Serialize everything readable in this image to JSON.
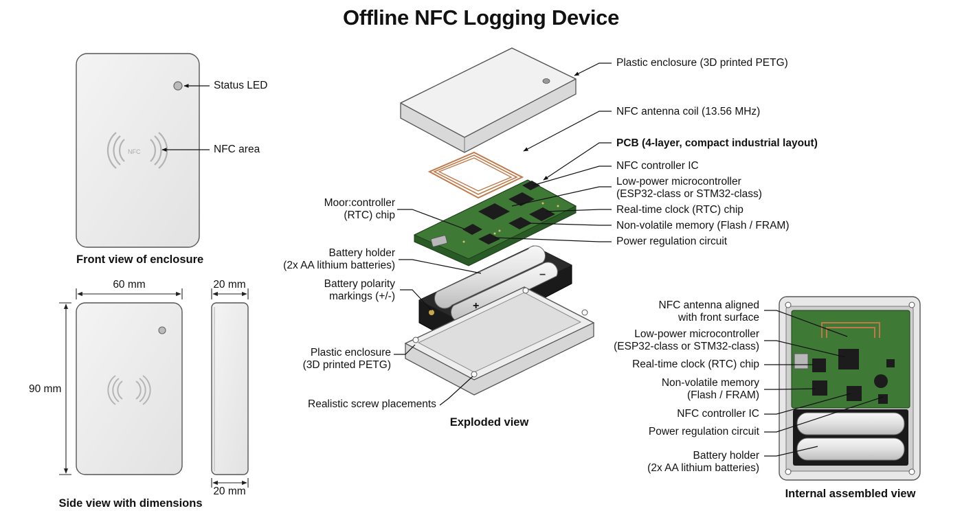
{
  "title": "Offline NFC Logging Device",
  "colors": {
    "enclosure": "#ececec",
    "pcb_green": "#3e7a35",
    "chip": "#1c1c1c",
    "copper": "#c07a4a",
    "holder": "#1a1a1a"
  },
  "front_view": {
    "caption": "Front view of enclosure",
    "status_led": "Status LED",
    "nfc_area": "NFC area",
    "nfc_logo": "NFC"
  },
  "side_view": {
    "caption": "Side view with dimensions",
    "width": "60 mm",
    "height": "90 mm",
    "depth_top": "20 mm",
    "depth_bottom": "20 mm"
  },
  "exploded_view": {
    "caption": "Exploded view",
    "top_enclosure": "Plastic enclosure (3D printed PETG)",
    "antenna_coil": "NFC antenna coil (13.56 MHz)",
    "pcb": "PCB (4-layer, compact industrial layout)",
    "nfc_ic": "NFC controller IC",
    "mcu_line1": "Low-power microcontroller",
    "mcu_line2": "(ESP32-class or STM32-class)",
    "rtc": "Real-time clock (RTC) chip",
    "memory": "Non-volatile memory (Flash / FRAM)",
    "power": "Power regulation circuit",
    "left_rtc_line1": "Moor:controller",
    "left_rtc_line2": "(RTC) chip",
    "battery_line1": "Battery holder",
    "battery_line2": "(2x AA lithium batteries)",
    "polarity_line1": "Battery polarity",
    "polarity_line2": "markings (+/-)",
    "bottom_enclosure_line1": "Plastic enclosure",
    "bottom_enclosure_line2": "(3D printed PETG)",
    "screws": "Realistic screw placements",
    "plus_sign": "+",
    "minus_sign": "−"
  },
  "internal_view": {
    "caption": "Internal assembled view",
    "antenna_line1": "NFC antenna aligned",
    "antenna_line2": "with front surface",
    "mcu_line1": "Low-power microcontroller",
    "mcu_line2": "(ESP32-class or STM32-class)",
    "rtc": "Real-time clock (RTC) chip",
    "memory_line1": "Non-volatile memory",
    "memory_line2": "(Flash / FRAM)",
    "nfc_ic": "NFC controller IC",
    "power": "Power regulation circuit",
    "battery_line1": "Battery holder",
    "battery_line2": "(2x AA lithium batteries)"
  }
}
